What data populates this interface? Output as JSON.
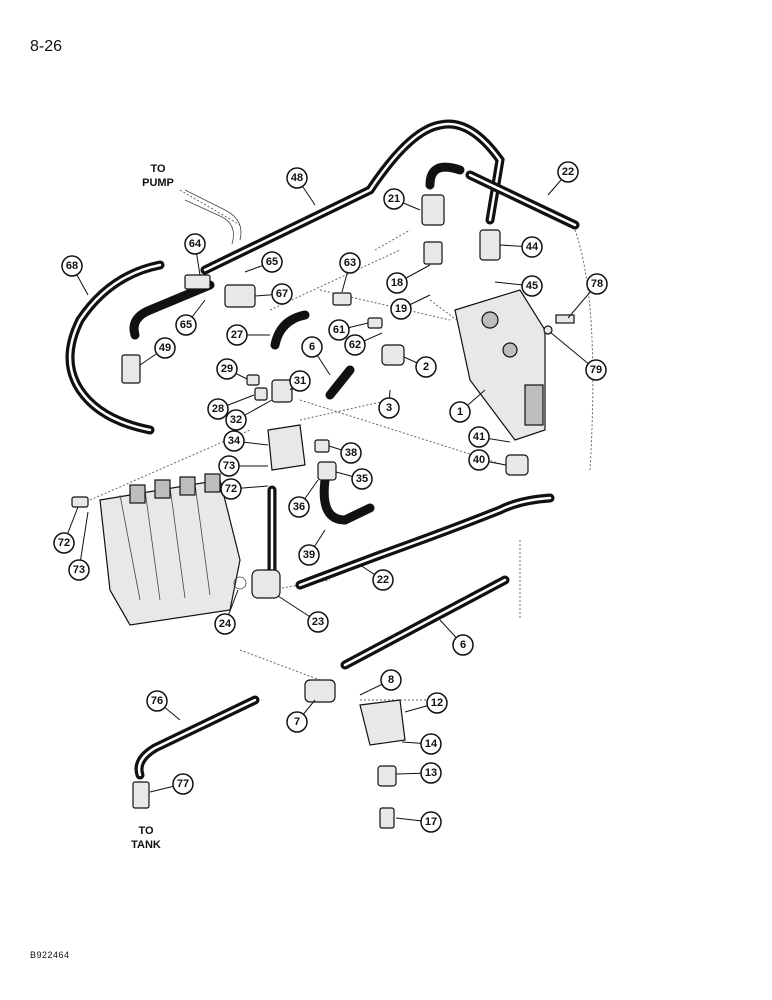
{
  "page": {
    "number": "8-26",
    "figure_id": "B922464"
  },
  "notes": {
    "to_pump_line1": "TO",
    "to_pump_line2": "PUMP",
    "to_tank_line1": "TO",
    "to_tank_line2": "TANK"
  },
  "callouts": [
    "48",
    "22",
    "21",
    "44",
    "45",
    "78",
    "79",
    "68",
    "64",
    "65",
    "67",
    "65",
    "49",
    "63",
    "18",
    "19",
    "61",
    "62",
    "2",
    "27",
    "6",
    "29",
    "28",
    "31",
    "32",
    "3",
    "1",
    "41",
    "40",
    "34",
    "38",
    "73",
    "35",
    "72",
    "36",
    "72",
    "73",
    "39",
    "22",
    "24",
    "23",
    "6",
    "8",
    "12",
    "7",
    "76",
    "14",
    "13",
    "77",
    "17"
  ]
}
